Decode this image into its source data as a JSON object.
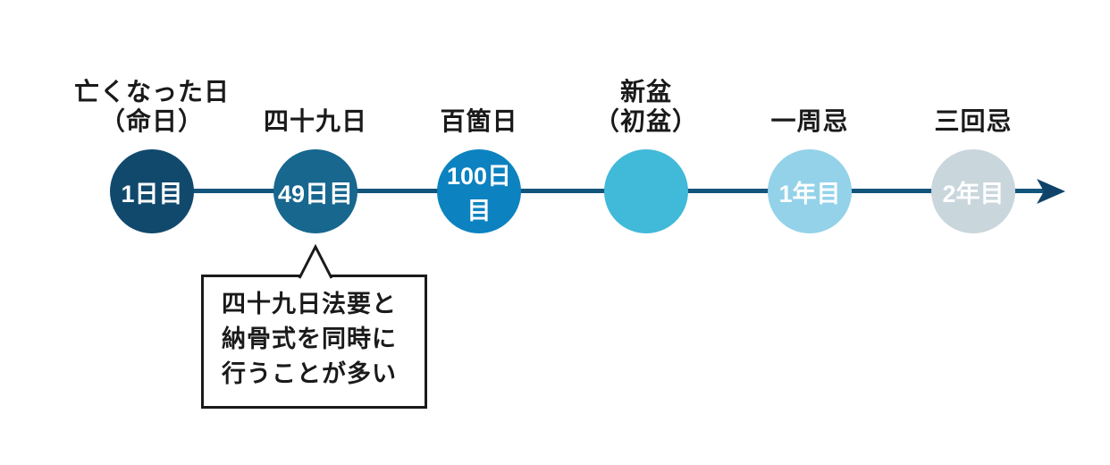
{
  "diagram": {
    "title_semantic": "japanese-buddhist-memorial-timeline",
    "line_color": "#14557c",
    "arrow_color": "#0f436a",
    "label_color": "#1a1a1a"
  },
  "timeline": {
    "events": [
      {
        "label_line1": "亡くなった日",
        "label_line2": "（命日）",
        "circle_text": "1日目",
        "circle_color": "#11496d",
        "text_color": "#ffffff"
      },
      {
        "label_line1": "四十九日",
        "label_line2": "",
        "circle_text": "49日目",
        "circle_color": "#17678f",
        "text_color": "#ffffff"
      },
      {
        "label_line1": "百箇日",
        "label_line2": "",
        "circle_text": "100日目",
        "circle_color": "#0c82c0",
        "text_color": "#ffffff"
      },
      {
        "label_line1": "新盆",
        "label_line2": "（初盆）",
        "circle_text": "",
        "circle_color": "#41b9d9",
        "text_color": "#ffffff"
      },
      {
        "label_line1": "一周忌",
        "label_line2": "",
        "circle_text": "1年目",
        "circle_color": "#93d2e9",
        "text_color": "#ffffff"
      },
      {
        "label_line1": "三回忌",
        "label_line2": "",
        "circle_text": "2年目",
        "circle_color": "#c9d6dc",
        "text_color": "#ffffff"
      }
    ]
  },
  "callout": {
    "line1": "四十九日法要と",
    "line2": "納骨式を同時に",
    "line3": "行うことが多い"
  }
}
